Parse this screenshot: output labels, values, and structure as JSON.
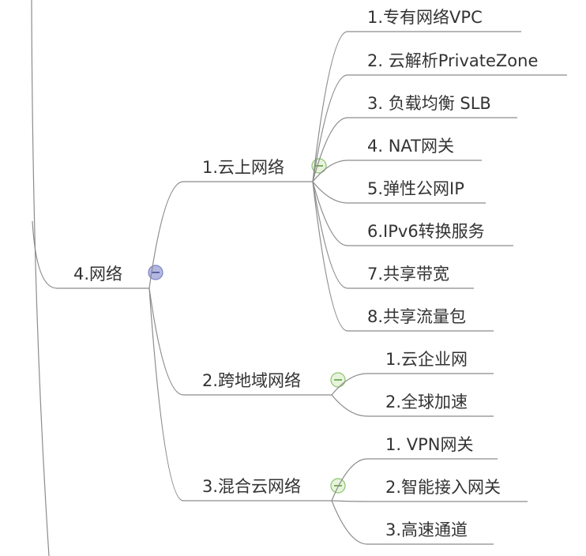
{
  "mindmap": {
    "root": {
      "label": "4.网络"
    },
    "branches": [
      {
        "label": "1.云上网络",
        "children": [
          "1.专有网络VPC",
          "2. 云解析PrivateZone",
          "3. 负载均衡 SLB",
          "4. NAT网关",
          "5.弹性公网IP",
          "6.IPv6转换服务",
          "7.共享带宽",
          "8.共享流量包"
        ]
      },
      {
        "label": "2.跨地域网络",
        "children": [
          "1.云企业网",
          "2.全球加速"
        ]
      },
      {
        "label": "3.混合云网络",
        "children": [
          "1. VPN网关",
          "2.智能接入网关",
          "3.高速通道"
        ]
      }
    ]
  },
  "icons": {
    "toggle": "minus-circle-icon"
  },
  "colors": {
    "line": "#8c8c8c",
    "text": "#333333",
    "root_toggle_fill": "#b3b8e2",
    "root_toggle_stroke": "#7a83c6",
    "branch_toggle_fill": "#e6f4dc",
    "branch_toggle_stroke": "#8cc36e"
  }
}
